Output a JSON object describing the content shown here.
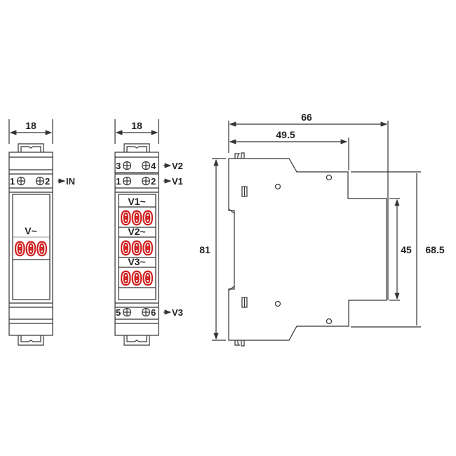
{
  "single_module": {
    "width_dim": "18",
    "terminal_left": "1",
    "terminal_right": "2",
    "input_label": "IN",
    "display_label": "V~",
    "display_value": "000",
    "display_color": "#d02020"
  },
  "three_phase_module": {
    "width_dim": "18",
    "terminals": [
      {
        "left": "3",
        "right": "4",
        "label": "V2"
      },
      {
        "left": "1",
        "right": "2",
        "label": "V1"
      },
      {
        "left": "5",
        "right": "6",
        "label": "V3"
      }
    ],
    "displays": [
      {
        "label": "V1~",
        "value": "000"
      },
      {
        "label": "V2~",
        "value": "000"
      },
      {
        "label": "V3~",
        "value": "000"
      }
    ]
  },
  "side_view": {
    "dims": {
      "depth_total": "66",
      "depth_front": "49.5",
      "height": "81",
      "front_height": "45",
      "mid_height": "68.5"
    }
  }
}
